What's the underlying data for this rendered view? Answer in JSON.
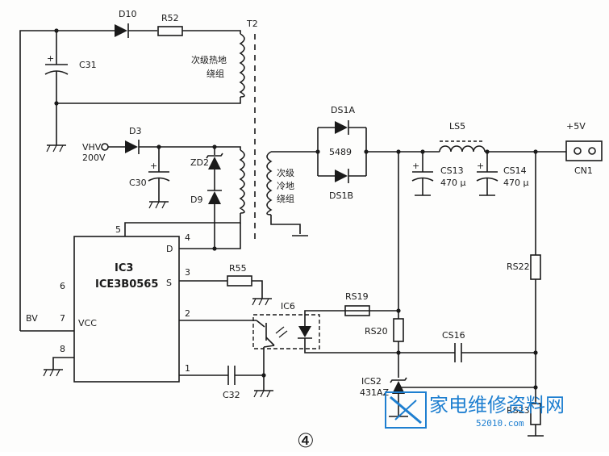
{
  "labels": {
    "d10": "D10",
    "r52": "R52",
    "t2": "T2",
    "c31": "C31",
    "secondary_hot_line1": "次级热地",
    "secondary_hot_line2": "绕组",
    "d3": "D3",
    "vhv": "VHV",
    "vhv_value": "200V",
    "c30": "C30",
    "zd2": "ZD2",
    "d9": "D9",
    "secondary_cold_line1": "次级",
    "secondary_cold_line2": "冷地",
    "secondary_cold_line3": "绕组",
    "ds1a": "DS1A",
    "ds1b": "DS1B",
    "ds_part": "5489",
    "ls5": "LS5",
    "cs13": "CS13",
    "cs13_val": "470 μ",
    "cs14": "CS14",
    "cs14_val": "470 μ",
    "plus5v": "+5V",
    "cn1": "CN1",
    "ic3": "IC3",
    "ic3_part": "ICE3B0565",
    "pin5": "5",
    "pin4": "4",
    "pin3": "3",
    "pin2": "2",
    "pin1": "1",
    "pin6": "6",
    "pin7": "7",
    "pin8": "8",
    "pin_d": "D",
    "pin_s": "S",
    "pin_vcc": "VCC",
    "bv": "BV",
    "r55": "R55",
    "ic6": "IC6",
    "rs19": "RS19",
    "rs20": "RS20",
    "rs22": "RS22",
    "cs16": "CS16",
    "ics2": "ICS2",
    "ics2_part": "431AZ",
    "c32": "C32",
    "rs23": "RS23",
    "figure_no": "④"
  },
  "watermark": {
    "text": "家电维修资料网",
    "url": "52010.com",
    "color": "#1e7fd0"
  }
}
